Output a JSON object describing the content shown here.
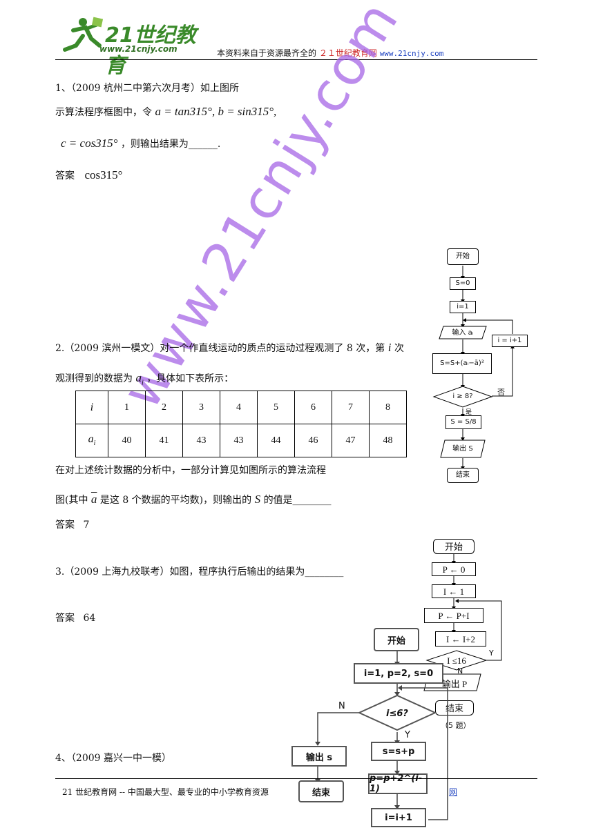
{
  "header": {
    "logo_main": "21世纪教育",
    "logo_url": "www.21cnjy.com",
    "tagline_prefix": "本资料来自于资源最齐全的",
    "tagline_brand": "２１世纪教育网",
    "tagline_url": "www.21cnjy.com"
  },
  "q1": {
    "line1": "1、（2009 杭州二中第六次月考）如上图所",
    "line2_prefix": "示算法程序框图中，令",
    "math_a": "a = tan315°, b = sin315°,",
    "math_c": "c = cos315°",
    "line3_suffix": "，则输出结果为______.",
    "answer_label": "答案",
    "answer_value": "cos315°"
  },
  "q2": {
    "line1": "2.（2009 滨州一模文）对一个作直线运动的质点的运动过程观测了 8 次，第",
    "var_i": "i",
    "line1_end": "次",
    "line2": "观测得到的数据为",
    "var_ai": "a",
    "var_ai_sub": "i",
    "line2_end": "，具体如下表所示：",
    "table": {
      "row1_head": "i",
      "row1": [
        "1",
        "2",
        "3",
        "4",
        "5",
        "6",
        "7",
        "8"
      ],
      "row2_head": "a",
      "row2_head_sub": "i",
      "row2": [
        "40",
        "41",
        "43",
        "43",
        "44",
        "46",
        "47",
        "48"
      ]
    },
    "line3": "在对上述统计数据的分析中，一部分计算见如图所示的算法流程",
    "line4_prefix": "图(其中",
    "var_abar": "a",
    "line4_mid": "是这 8 个数据的平均数)，则输出的",
    "var_S": "S",
    "line4_end": "的值是________",
    "answer_label": "答案",
    "answer_value": "7"
  },
  "q3": {
    "line1": "3.（2009 上海九校联考）如图，程序执行后输出的结果为________",
    "answer_label": "答案",
    "answer_value": "64"
  },
  "q4": {
    "line1": "4、（2009 嘉兴一中一模）"
  },
  "flowchart2": {
    "start": "开始",
    "s0": "S=0",
    "i1": "i=1",
    "input": "输入 aᵢ",
    "update": "S=S+(aᵢ−ā)²",
    "cond": "i ≥ 8?",
    "inc": "i = i+1",
    "no": "否",
    "yes": "是",
    "divide": "S = S/8",
    "output": "输出 S",
    "end": "结束"
  },
  "flowchart3": {
    "start": "开始",
    "p0": "P ← 0",
    "i1": "I ← 1",
    "update": "P ← P+I",
    "inc": "I ← I+2",
    "cond": "I ≤16",
    "yes": "Y",
    "no": "N",
    "output": "输出 P",
    "end": "结束",
    "caption": "（5 题）"
  },
  "flowchart4": {
    "start": "开始",
    "init": "i=1, p=2, s=0",
    "cond": "i≤6?",
    "no": "N",
    "yes": "Y",
    "output": "输出 s",
    "sum": "s=s+p",
    "power": "p=p+2^(i-1)",
    "inc": "i=i+1",
    "end": "结束"
  },
  "footer": {
    "text": "21 世纪教育网 -- 中国最大型、最专业的中小学教育资源",
    "tail": "网"
  },
  "watermark": "www.21cnjy.com",
  "colors": {
    "brand_red": "#cc2222",
    "link_blue": "#1a3fbf",
    "logo_green": "#3a8a2a",
    "watermark": "#a666e6"
  }
}
